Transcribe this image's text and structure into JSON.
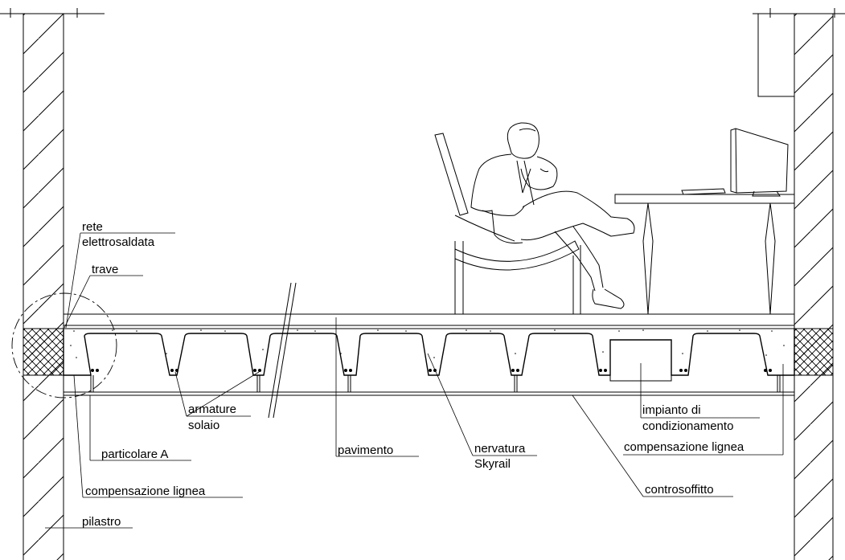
{
  "labels": {
    "rete_line1": "rete",
    "rete_line2": "elettrosaldata",
    "trave": "trave",
    "armature_line1": "armature",
    "armature_line2": "solaio",
    "particolare": "particolare A",
    "compensazione_left": "compensazione lignea",
    "pilastro": "pilastro",
    "pavimento": "pavimento",
    "nervatura_line1": "nervatura",
    "nervatura_line2": "Skyrail",
    "impianto_line1": "impianto di",
    "impianto_line2": "condizionamento",
    "compensazione_right": "compensazione lignea",
    "controsoffitto": "controsoffitto"
  },
  "colors": {
    "line": "#000000",
    "background": "#ffffff"
  }
}
